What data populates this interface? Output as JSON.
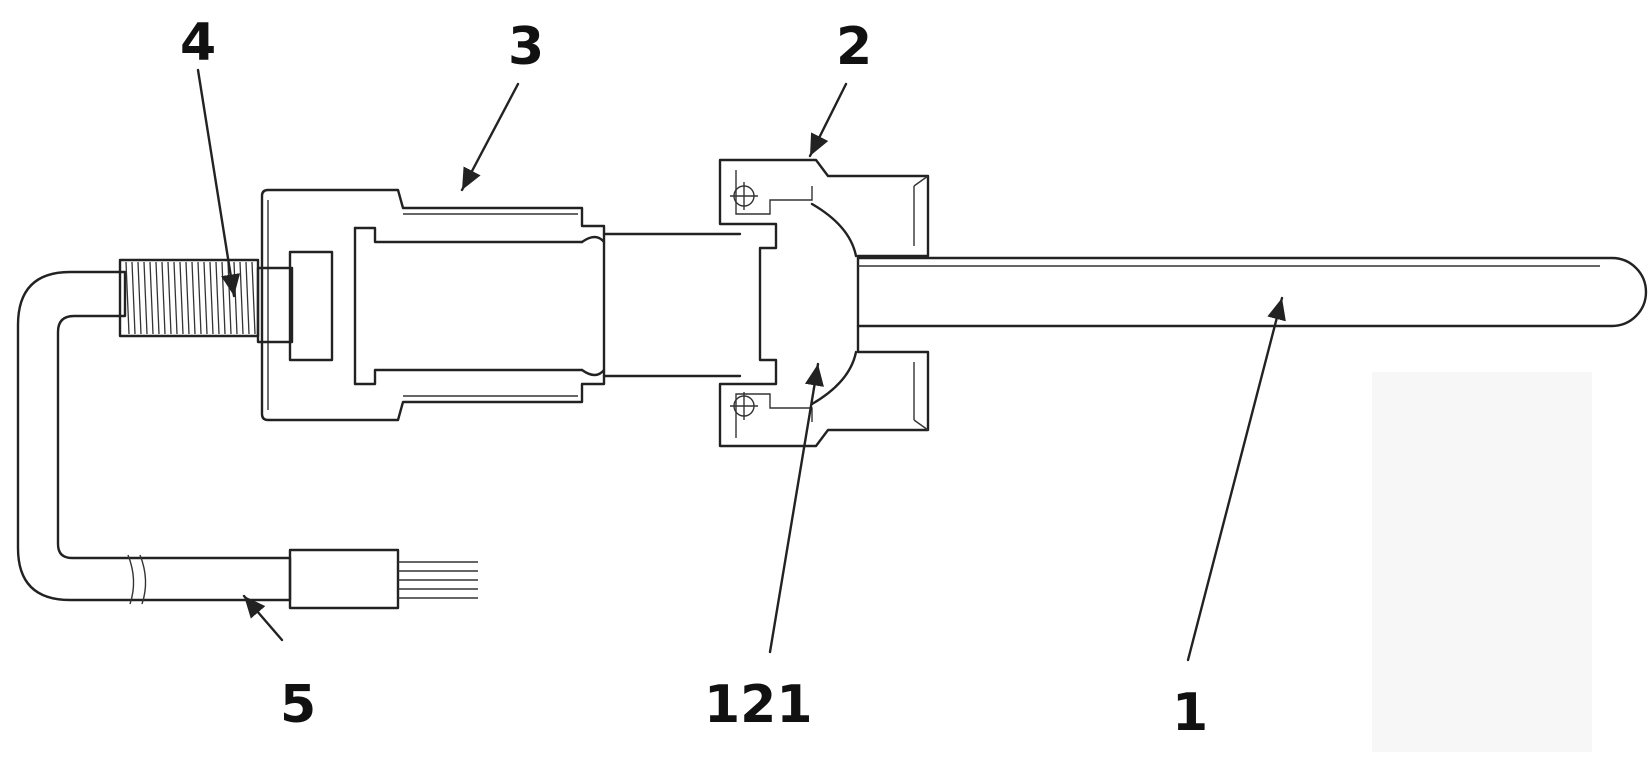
{
  "labels": {
    "probe": "1",
    "nut": "2",
    "body": "3",
    "thread": "4",
    "cable": "5",
    "seal": "121"
  },
  "colors": {
    "line": "#222222",
    "background": "#ffffff"
  }
}
